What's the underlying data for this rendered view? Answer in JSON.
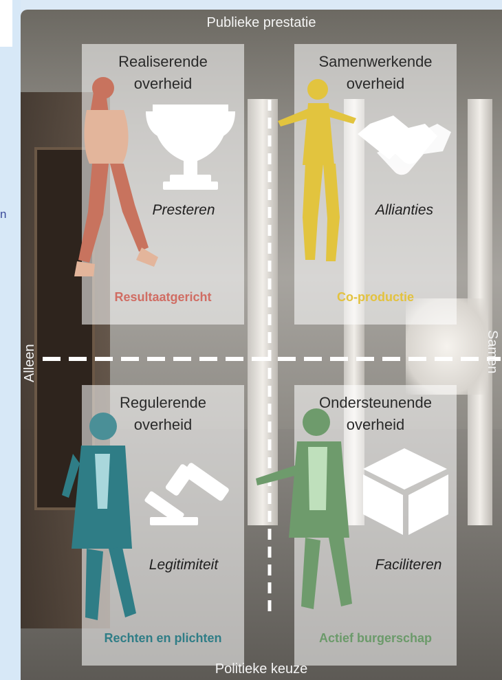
{
  "left_panel": {
    "text_fragment": "n"
  },
  "axes": {
    "top": "Publieke prestatie",
    "bottom": "Politieke keuze",
    "left": "Alleen",
    "right": "Samen"
  },
  "quadrants": [
    {
      "title_line1": "Realiserende",
      "title_line2": "overheid",
      "word": "Presteren",
      "tag": "Resultaatgericht",
      "tag_color": "#d06d63",
      "figure_color": "#c8735e",
      "icon": "trophy-icon"
    },
    {
      "title_line1": "Samenwerkende",
      "title_line2": "overheid",
      "word": "Allianties",
      "tag": "Co-productie",
      "tag_color": "#e3c23e",
      "figure_color": "#e2c43e",
      "icon": "handshake-icon"
    },
    {
      "title_line1": "Regulerende",
      "title_line2": "overheid",
      "word": "Legitimiteit",
      "tag": "Rechten en plichten",
      "tag_color": "#2f7d86",
      "figure_color": "#2f7d86",
      "icon": "gavel-icon"
    },
    {
      "title_line1": "Ondersteunende",
      "title_line2": "overheid",
      "word": "Faciliteren",
      "tag": "Actief burgerschap",
      "tag_color": "#6b9a6a",
      "figure_color": "#6e9b6c",
      "icon": "box-icon"
    }
  ]
}
